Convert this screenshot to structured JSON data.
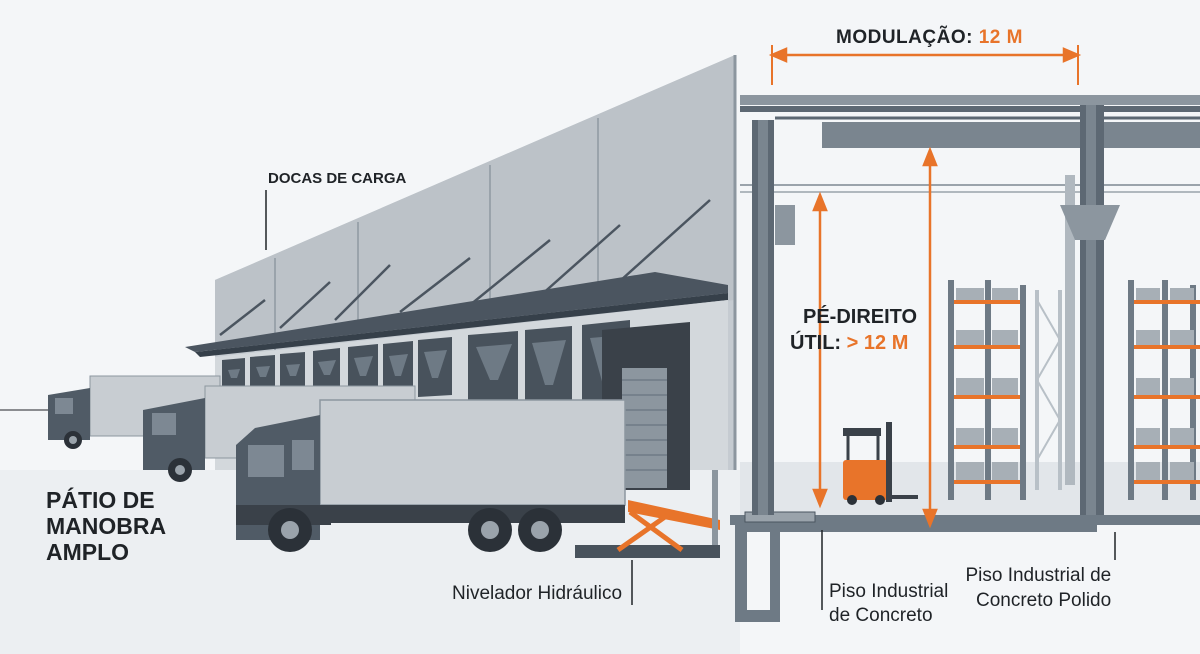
{
  "labels": {
    "modulacao_prefix": "MODULAÇÃO:",
    "modulacao_value": "12 M",
    "docas": "DOCAS DE CARGA",
    "pe_direito_line1": "PÉ-DIREITO",
    "pe_direito_prefix": "ÚTIL:",
    "pe_direito_value": "> 12 M",
    "patio_line1": "PÁTIO DE",
    "patio_line2": "MANOBRA",
    "patio_line3": "AMPLO",
    "nivelador": "Nivelador Hidráulico",
    "piso_concreto_line1": "Piso Industrial",
    "piso_concreto_line2": "de Concreto",
    "piso_polido_line1": "Piso Industrial de",
    "piso_polido_line2": "Concreto Polido"
  },
  "colors": {
    "accent": "#e8742a",
    "steel": "#6e7a85",
    "steel_dark": "#4b5560",
    "panel": "#c5cbd1",
    "truck_cab": "#505b66",
    "trailer": "#c8cdd2",
    "ink": "#1f2327"
  }
}
